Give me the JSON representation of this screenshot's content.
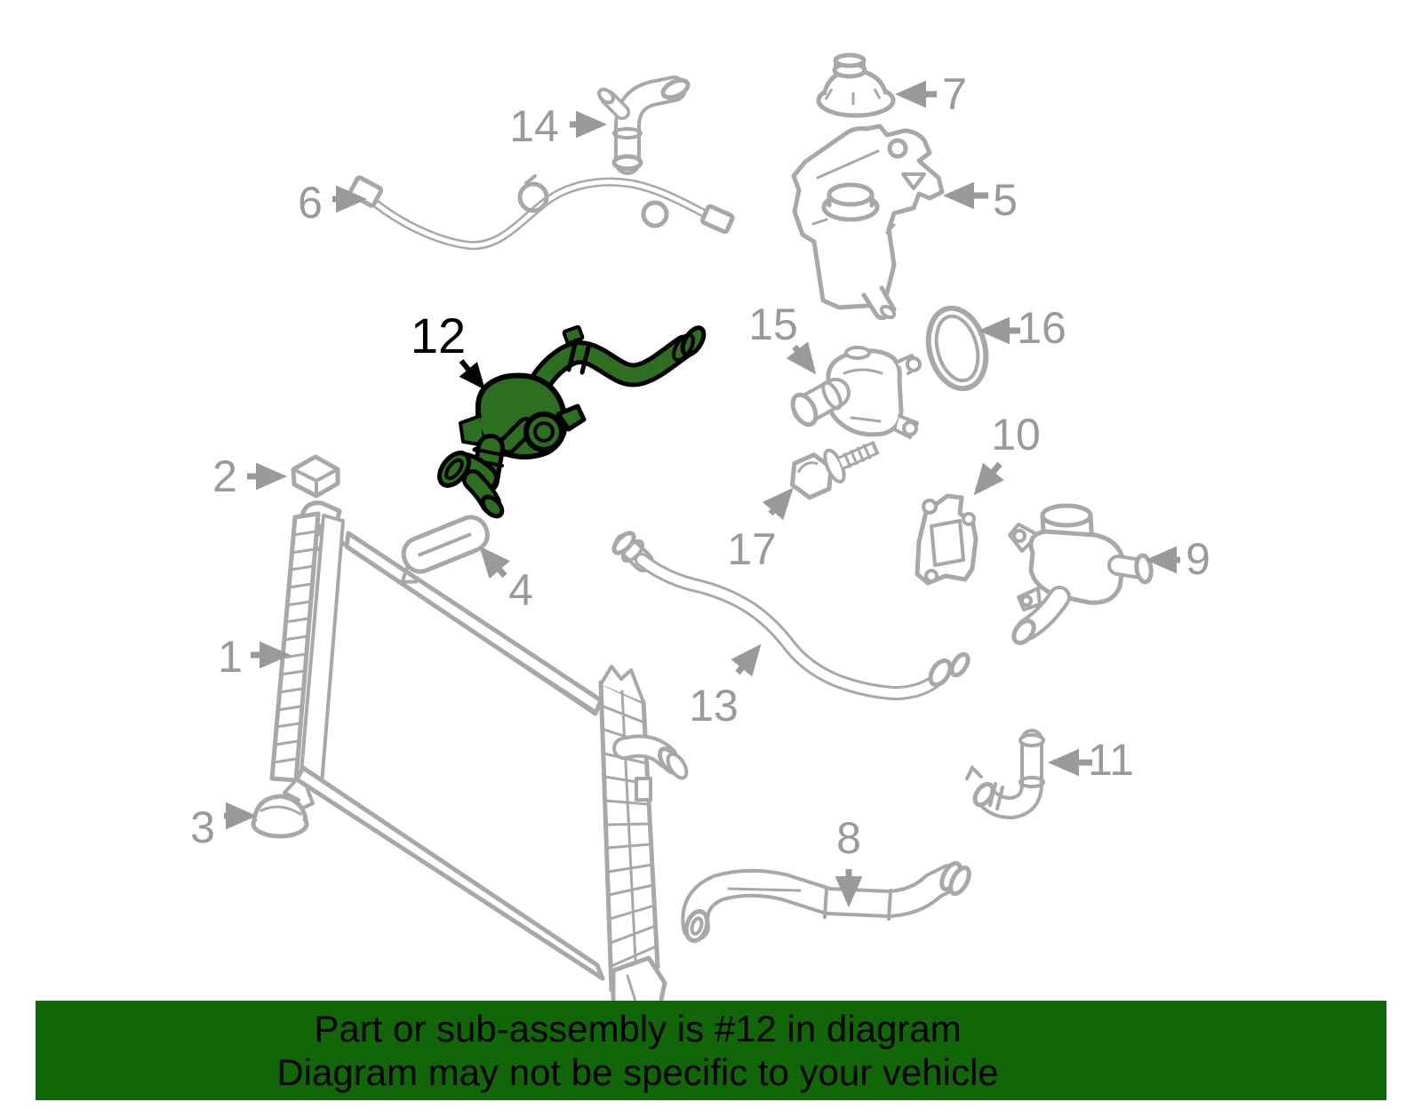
{
  "banner": {
    "line1": "Part or sub-assembly is #12 in diagram",
    "line2": "Diagram may not be specific to your vehicle",
    "background_color": "#116608",
    "text_color": "#000000"
  },
  "diagram": {
    "type": "exploded-parts-diagram",
    "subject": "engine-cooling-radiator-and-hoses",
    "highlighted_part": "12",
    "highlight_fill": "#2d6e20",
    "highlight_outline": "#000000",
    "line_color": "#a8a8a8",
    "label_color": "#9a9a9a",
    "highlight_label_color": "#000000",
    "background_color": "#ffffff",
    "callouts": [
      {
        "label": "1"
      },
      {
        "label": "2"
      },
      {
        "label": "3"
      },
      {
        "label": "4"
      },
      {
        "label": "5"
      },
      {
        "label": "6"
      },
      {
        "label": "7"
      },
      {
        "label": "8"
      },
      {
        "label": "9"
      },
      {
        "label": "10"
      },
      {
        "label": "11"
      },
      {
        "label": "12"
      },
      {
        "label": "13"
      },
      {
        "label": "14"
      },
      {
        "label": "15"
      },
      {
        "label": "16"
      },
      {
        "label": "17"
      }
    ]
  }
}
